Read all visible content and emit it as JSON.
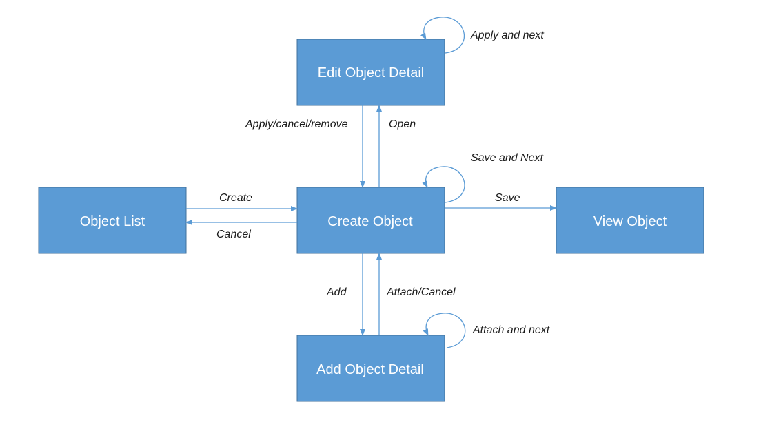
{
  "colors": {
    "box_fill": "#5b9bd5",
    "box_border": "#41719c",
    "box_text": "#ffffff",
    "arrow": "#5b9bd5",
    "label_text": "#1a1a1a"
  },
  "nodes": {
    "edit_object_detail": "Edit Object Detail",
    "object_list": "Object List",
    "create_object": "Create Object",
    "view_object": "View Object",
    "add_object_detail": "Add Object Detail"
  },
  "edges": {
    "apply_and_next": "Apply and next",
    "apply_cancel_remove": "Apply/cancel/remove",
    "open": "Open",
    "save_and_next": "Save and Next",
    "create": "Create",
    "cancel": "Cancel",
    "save": "Save",
    "add": "Add",
    "attach_cancel": "Attach/Cancel",
    "attach_and_next": "Attach and next"
  }
}
